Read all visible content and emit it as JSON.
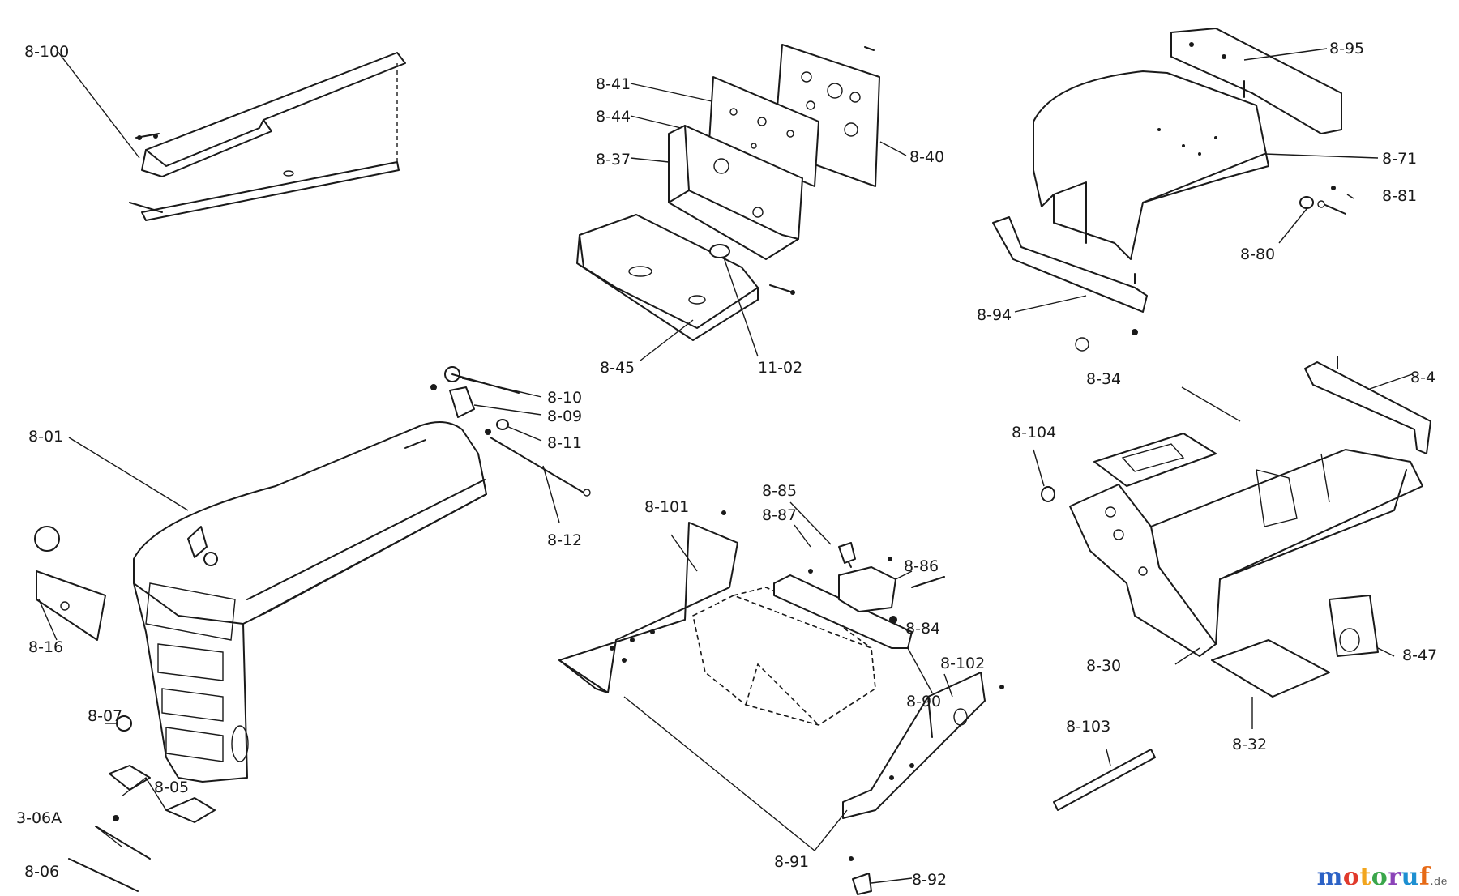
{
  "watermark": {
    "logo_text": "motoruf",
    "tld": ".de"
  },
  "labels": [
    "8-100",
    "8-41",
    "8-44",
    "8-37",
    "8-40",
    "8-45",
    "11-02",
    "8-95",
    "8-71",
    "8-81",
    "8-80",
    "8-94",
    "8-10",
    "8-09",
    "8-11",
    "8-12",
    "8-01",
    "8-16",
    "8-07",
    "8-05",
    "3-06A",
    "8-06",
    "8-34",
    "8-104",
    "8-4",
    "8-30",
    "8-47",
    "8-32",
    "8-103",
    "8-85",
    "8-87",
    "8-101",
    "8-86",
    "8-84",
    "8-90",
    "8-102",
    "8-91",
    "8-92"
  ]
}
